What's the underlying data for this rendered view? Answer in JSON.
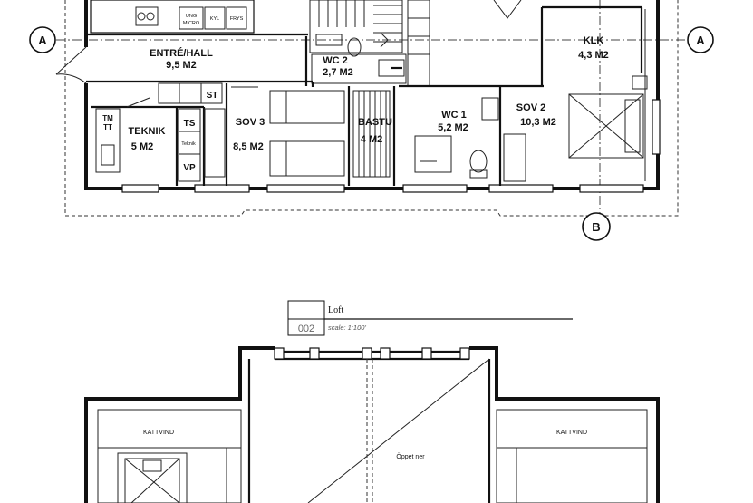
{
  "plan_upper": {
    "rooms": [
      {
        "id": "entre",
        "name": "ENTRÉ/HALL",
        "area": "9,5 M2"
      },
      {
        "id": "wc2",
        "name": "WC 2",
        "area": "2,7 M2"
      },
      {
        "id": "klk",
        "name": "KLK",
        "area": "4,3 M2"
      },
      {
        "id": "teknik",
        "name": "TEKNIK",
        "area": "5 M2"
      },
      {
        "id": "sov3",
        "name": "SOV 3",
        "area": "8,5 M2"
      },
      {
        "id": "bastu",
        "name": "BASTU",
        "area": "4  M2"
      },
      {
        "id": "wc1",
        "name": "WC 1",
        "area": "5,2 M2"
      },
      {
        "id": "sov2",
        "name": "SOV 2",
        "area": "10,3  M2"
      }
    ],
    "fixtures": {
      "tm": "TM",
      "tt": "TT",
      "ts": "TS",
      "teknik_small": "Teknik",
      "vp": "VP",
      "st": "ST",
      "ung": "UNG",
      "micro": "MICRO",
      "kyl": "KYL",
      "frys": "FRYS"
    },
    "section_markers": {
      "left": "A",
      "right": "A",
      "bottom": "B"
    }
  },
  "titleblock": {
    "title": "Loft",
    "number": "002",
    "scale": "scale: 1:100'"
  },
  "plan_loft": {
    "left_label": "KATTVIND",
    "right_label": "KATTVIND",
    "center_label": "Öppet ner"
  }
}
